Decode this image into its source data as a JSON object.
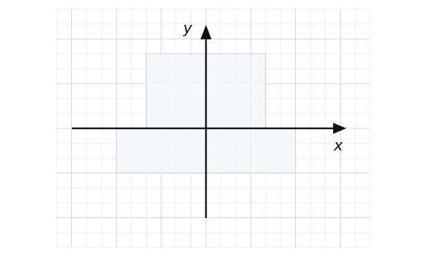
{
  "diagram": {
    "grid": {
      "x_range": [
        -10,
        11
      ],
      "y_range": [
        -8,
        8
      ],
      "major_every": 3,
      "minor_color": "#ececec",
      "major_color": "#d4d4d4"
    },
    "axes": {
      "x_label": "x",
      "y_label": "y",
      "color": "#111111"
    },
    "shapes": [
      {
        "name": "upper-rectangle",
        "x": [
          -4,
          4
        ],
        "y": [
          0,
          5
        ],
        "fill": "#f3f6f9",
        "stroke": "#c4cbd2"
      },
      {
        "name": "lower-rectangle",
        "x": [
          -6,
          6
        ],
        "y": [
          -3,
          0
        ],
        "fill": "#f3f6f9",
        "stroke": "#c4cbd2"
      }
    ]
  }
}
